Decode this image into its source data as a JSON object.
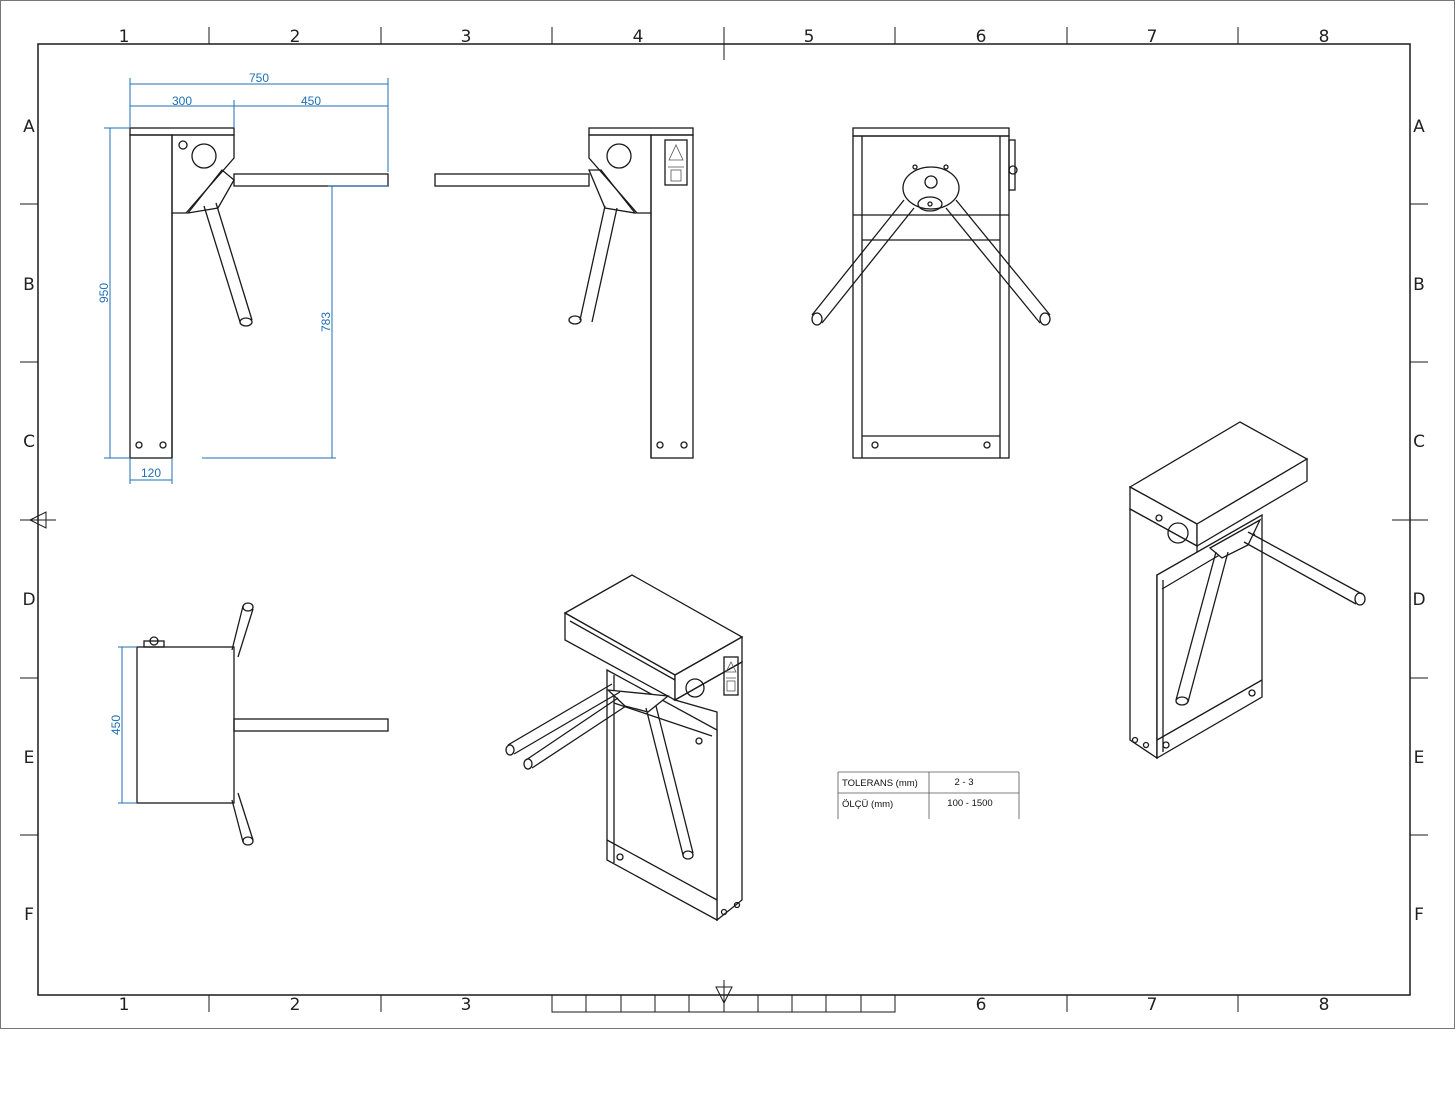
{
  "frame": {
    "columns": [
      "1",
      "2",
      "3",
      "4",
      "5",
      "6",
      "7",
      "8"
    ],
    "rows": [
      "A",
      "B",
      "C",
      "D",
      "E",
      "F"
    ]
  },
  "dimensions": {
    "overall_width": "750",
    "body_width": "300",
    "arm_length": "450",
    "height": "950",
    "arm_height": "783",
    "post_width": "120",
    "top_depth": "450"
  },
  "tolerance_table": {
    "rows": [
      {
        "label": "TOLERANS (mm)",
        "value": "2 - 3"
      },
      {
        "label": "ÖLÇÜ  (mm)",
        "value": "100 - 1500"
      }
    ]
  },
  "colors": {
    "line": "#1a1a1a",
    "dimension": "#1f6fb5",
    "background": "#ffffff"
  }
}
